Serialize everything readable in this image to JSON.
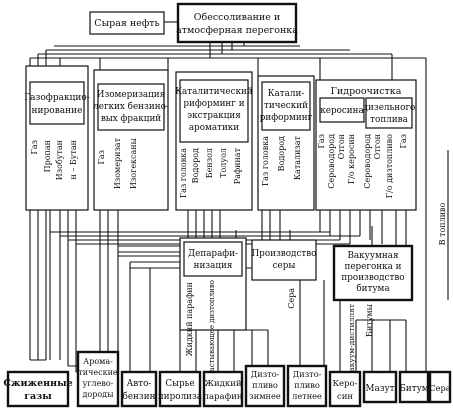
{
  "boxes": {
    "crude_oil": [
      "Сырая нефть"
    ],
    "desalting": [
      "Обессоливание и",
      "атмосферная перегонка"
    ],
    "gas_fractionation": [
      "Газофракцио-",
      "нирование"
    ],
    "isomerization": [
      "Изомеризация",
      "легких бензино-",
      "вых фракций"
    ],
    "cat_reforming_aromatics": [
      "Каталитический",
      "риформинг и",
      "экстракция",
      "ароматики"
    ],
    "cat_reforming": [
      "Катали-",
      "тический",
      "риформинг"
    ],
    "hydrotreating": [
      "Гидроочистка"
    ],
    "kerosene_sub": [
      "керосина"
    ],
    "diesel_sub": [
      "дизельного",
      "топлива"
    ],
    "dewaxing": [
      "Депарафи-",
      "низация"
    ],
    "sulfur_production": [
      "Производство",
      "серы"
    ],
    "vacuum_bitumen": [
      "Вакуумная",
      "перегонка и",
      "производство",
      "битума"
    ]
  },
  "products": {
    "liquefied_gases": [
      "Сжиженные",
      "газы"
    ],
    "aromatics": [
      "Арома-",
      "тические",
      "углево-",
      "дороды"
    ],
    "gasoline": [
      "Авто-",
      "бензин"
    ],
    "pyrolysis_feed": [
      "Сырье",
      "пиролиза"
    ],
    "liquid_paraffins": [
      "Жидкий",
      "парафин"
    ],
    "winter_diesel": [
      "Дизто-",
      "пливо",
      "зимнее"
    ],
    "summer_diesel": [
      "Дизто-",
      "пливо",
      "летнее"
    ],
    "kerosene": [
      "Керо-",
      "син"
    ],
    "fuel_oil": [
      "Мазут"
    ],
    "bitumen": [
      "Битум"
    ],
    "sulfur": [
      "Сера"
    ]
  },
  "flow_labels": {
    "gf_gas": "Газ",
    "gf_propane": "Пропан",
    "gf_isobutane": "Изобутан",
    "gf_nbutane": "н – Бутан",
    "iso_gas": "Газ",
    "iso_isomerate": "Изомеризат",
    "iso_isogasoline": "Изогексаны",
    "cra_gas_head": "Газ головка",
    "cra_hydrogen": "Водород",
    "cra_benzene": "Бензол",
    "cra_toluene": "Толуол",
    "cra_raffinate": "Рафинат",
    "cr_gas_head": "Газ головка",
    "cr_hydrogen": "Водород",
    "cr_catalysate": "Катализат",
    "ht_gas1": "Газ",
    "ht_h2s1": "Сероводород",
    "ht_stripping1": "Отгон",
    "ht_kerosene": "Г/о керосин",
    "ht_h2s2": "Сероводород",
    "ht_stripping2": "Отгон",
    "ht_diesel": "Г/о дизтопливо",
    "ht_gas2": "Газ",
    "to_fuel": "В топливо",
    "dw_paraffins": "Жидкий парафин",
    "dw_low_pour_diesel": "Низкозастывающее дизтопливо",
    "sp_sulfur": "Сера",
    "vb_vacuum_distillate": "Вакуум-дистиллят",
    "vb_bitumen": "Битумы"
  }
}
